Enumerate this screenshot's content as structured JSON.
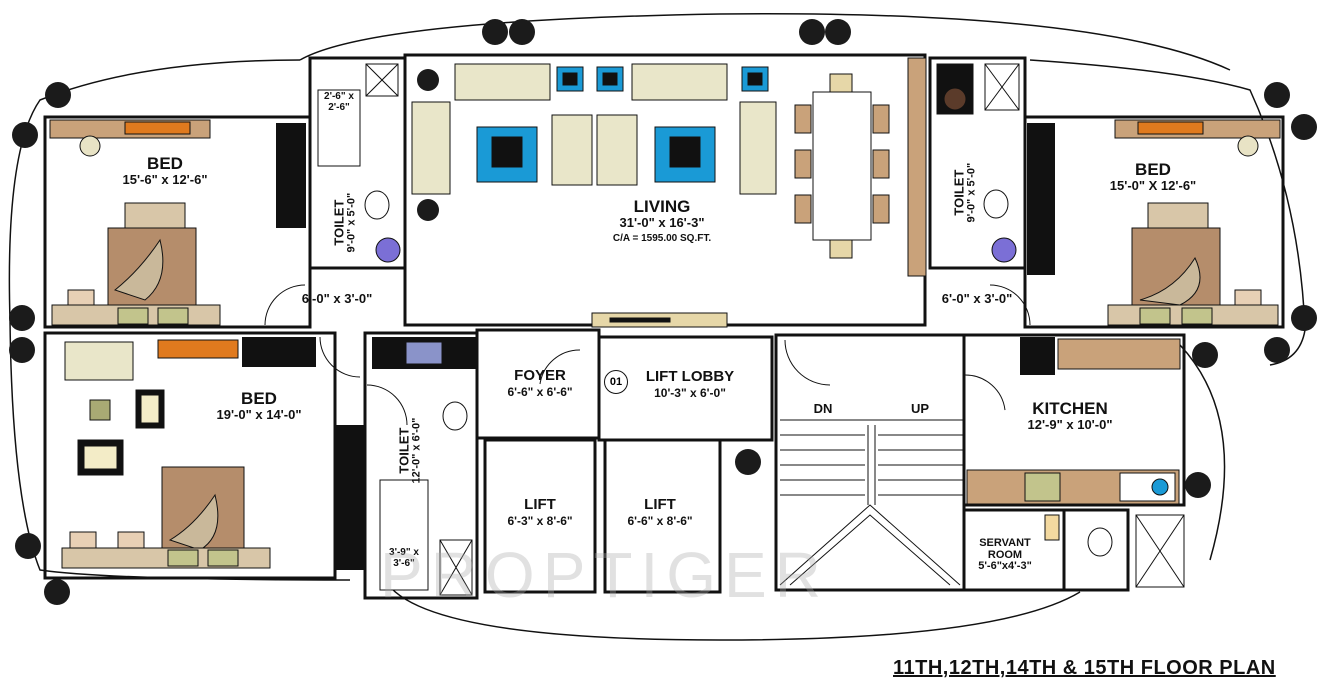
{
  "plan": {
    "caption": "11TH,12TH,14TH & 15TH  FLOOR  PLAN",
    "watermark": "PROPTIGER",
    "unit_number": "01"
  },
  "rooms": {
    "living": {
      "name": "LIVING",
      "size": "31'-0\" x 16'-3\"",
      "area": "C/A = 1595.00 SQ.FT."
    },
    "bed_top_left": {
      "name": "BED",
      "size": "15'-6\" x 12'-6\""
    },
    "bed_top_right": {
      "name": "BED",
      "size": "15'-0\" X 12'-6\""
    },
    "bed_bottom_left": {
      "name": "BED",
      "size": "19'-0\" x 14'-0\""
    },
    "toilet_left": {
      "name": "TOILET",
      "size": "9'-0\" x 5'-0\""
    },
    "toilet_right": {
      "name": "TOILET",
      "size": "9'-0\" x 5'-0\""
    },
    "toilet_center": {
      "name": "TOILET",
      "size": "12'-0\" x 6'-0\""
    },
    "shower_top": {
      "size_line1": "2'-6\" x",
      "size_line2": "2'-6\""
    },
    "shower_bottom": {
      "size_line1": "3'-9\" x",
      "size_line2": "3'-6\""
    },
    "passage_left": {
      "size": "6'-0\" x 3'-0\""
    },
    "passage_right": {
      "size": "6'-0\" x 3'-0\""
    },
    "foyer": {
      "name": "FOYER",
      "size": "6'-6\" x 6'-6\""
    },
    "lift_lobby": {
      "name": "LIFT LOBBY",
      "size": "10'-3\" x 6'-0\""
    },
    "lift1": {
      "name": "LIFT",
      "size": "6'-3\" x 8'-6\""
    },
    "lift2": {
      "name": "LIFT",
      "size": "6'-6\" x 8'-6\""
    },
    "kitchen": {
      "name": "KITCHEN",
      "size": "12'-9\" x 10'-0\""
    },
    "servant": {
      "name_line1": "SERVANT",
      "name_line2": "ROOM",
      "size": "5'-6\"x4'-3\""
    },
    "stairs": {
      "down": "DN",
      "up": "UP"
    }
  },
  "colors": {
    "wall": "#111111",
    "wood": "#c9a27a",
    "floor_beige": "#e8dcc6",
    "sofa": "#e9e6c9",
    "blue_table": "#1a9ad6",
    "bed_brown": "#b58d6b",
    "orange_shelf": "#e07a1e",
    "tree": "#1b1b1b"
  }
}
